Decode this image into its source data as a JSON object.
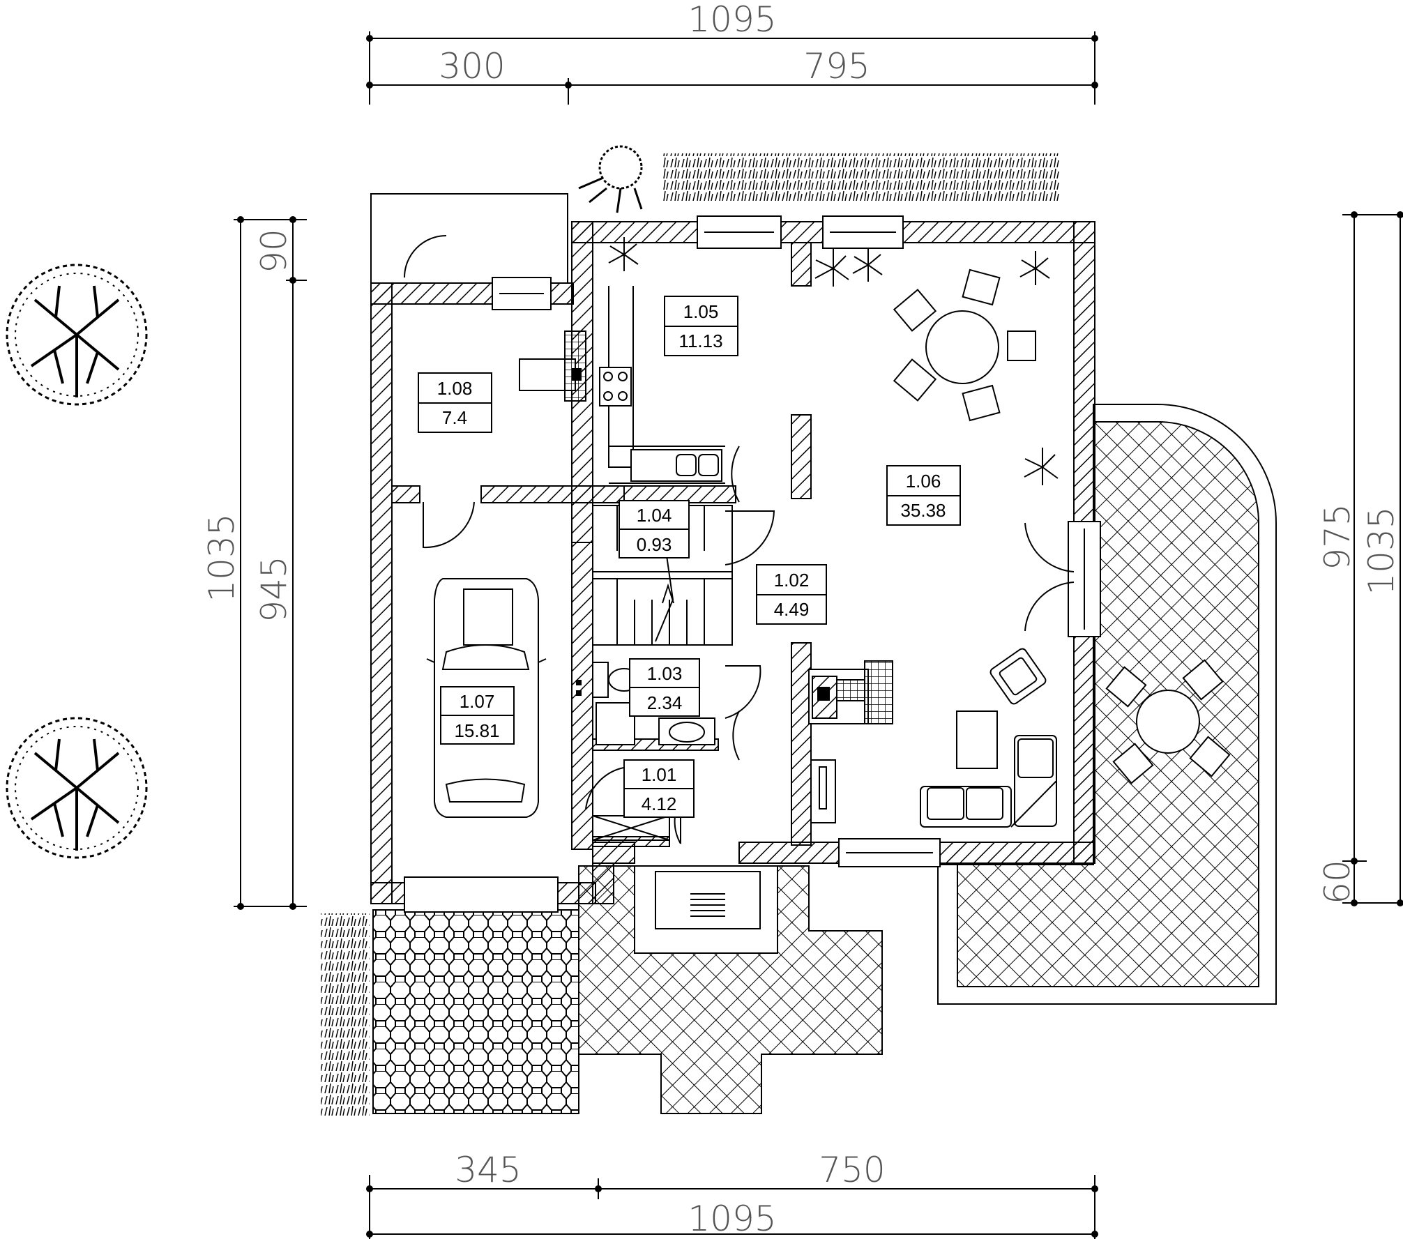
{
  "colors": {
    "ink": "#000000",
    "dim_text": "#555555",
    "background": "#ffffff"
  },
  "dimensions": {
    "top_total": "1095",
    "top_left": "300",
    "top_right": "795",
    "bottom_left": "345",
    "bottom_right": "750",
    "bottom_total": "1095",
    "left_total": "1035",
    "left_top": "90",
    "left_main": "945",
    "right_main": "975",
    "right_total": "1035",
    "right_bottom": "60"
  },
  "rooms": {
    "r101": {
      "id": "1.01",
      "area": "4.12"
    },
    "r102": {
      "id": "1.02",
      "area": "4.49"
    },
    "r103": {
      "id": "1.03",
      "area": "2.34"
    },
    "r104": {
      "id": "1.04",
      "area": "0.93"
    },
    "r105": {
      "id": "1.05",
      "area": "11.13"
    },
    "r106": {
      "id": "1.06",
      "area": "35.38"
    },
    "r107": {
      "id": "1.07",
      "area": "15.81"
    },
    "r108": {
      "id": "1.08",
      "area": "7.4"
    }
  },
  "icons": [
    "tree-icon",
    "car-icon",
    "dining-table-icon",
    "sofa-icon",
    "armchair-icon",
    "fireplace-icon",
    "stairs-icon",
    "plant-icon",
    "toilet-icon",
    "sink-icon",
    "stove-icon",
    "shower-icon"
  ]
}
